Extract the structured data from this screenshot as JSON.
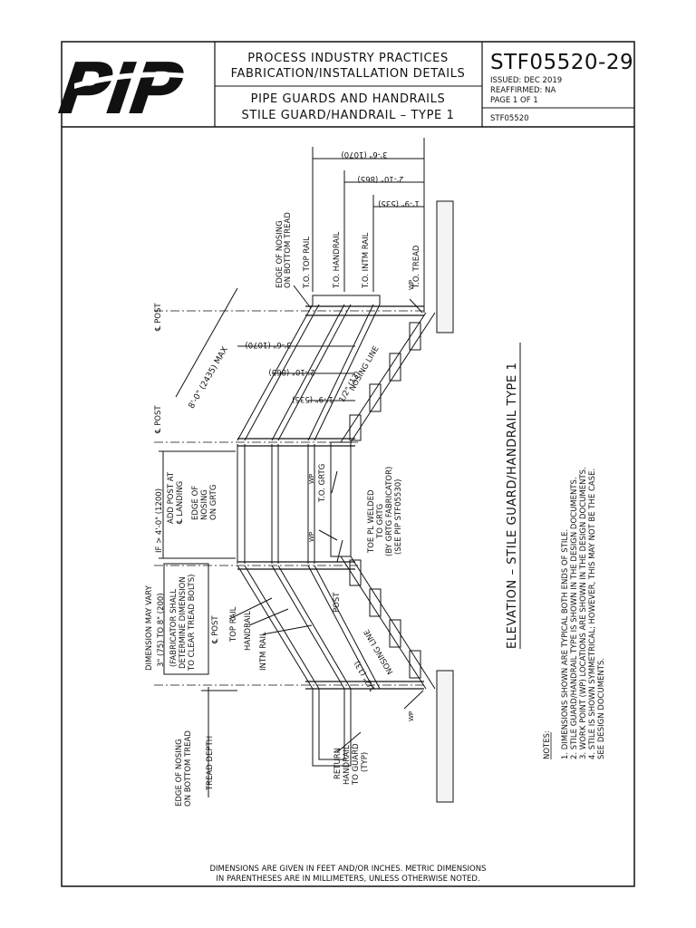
{
  "title_block": {
    "logo_text": "PIP",
    "org_line1": "PROCESS INDUSTRY PRACTICES",
    "org_line2": "FABRICATION/INSTALLATION DETAILS",
    "title_line1": "PIPE GUARDS AND HANDRAILS",
    "title_line2": "STILE GUARD/HANDRAIL – TYPE 1",
    "doc_number": "STF05520-29",
    "issued": "ISSUED: DEC 2019",
    "reaffirmed": "REAFFIRMED: NA",
    "page": "PAGE   1 OF 1",
    "file_ref": "STF05520"
  },
  "drawing": {
    "elevation_title": "ELEVATION – STILE GUARD/HANDRAIL TYPE 1",
    "upper_dims": [
      "3'-6\" (1070)",
      "2'-10\" (865)",
      "1'-9\" (535)"
    ],
    "upper_labels": [
      "EDGE OF NOSING",
      "ON BOTTOM TREAD",
      "T.O. TOP RAIL",
      "T.O. HANDRAIL",
      "T.O. INTM RAIL",
      "T.O. TREAD",
      "WP"
    ],
    "mid_dims": [
      "3'-6\" (1070)",
      "2'-10\" (865)",
      "1'-9\" (535)"
    ],
    "max_dim": "8'-0\" (2435) MAX",
    "nosing_top": "1/2\" (13)",
    "nosing_top_label": "NOSING LINE",
    "post_cl_1": "℄ POST",
    "post_cl_2": "℄ POST",
    "post_cl_3": "℄ POST",
    "landing_note": [
      "IF > 4'-0\" (1200)",
      "ADD POST AT",
      "℄ LANDING"
    ],
    "edge_nosing_grtg": [
      "EDGE OF",
      "NOSING",
      "ON GRTG"
    ],
    "to_grtg": "T.O. GRTG",
    "wp_1": "WP",
    "wp_2": "WP",
    "wp_3": "WP",
    "toe_pl": [
      "TOE PL WELDED",
      "TO GRTG",
      "(BY GRTG FABRICATOR)",
      "(SEE PIP STF05530)"
    ],
    "dim_vary": [
      "DIMENSION MAY VARY",
      "3\" (75) TO 8\" (200)",
      "(FABRICATOR SHALL",
      "DETERMINE DIMENSION",
      "TO CLEAR TREAD BOLTS)"
    ],
    "rail_labels": [
      "TOP RAIL",
      "HANDRAIL",
      "INTM RAIL"
    ],
    "post_label": "POST",
    "nosing_bottom": "1/2\" (13)",
    "nosing_bottom_label": "NOSING LINE",
    "edge_bottom": [
      "EDGE OF NOSING",
      "ON BOTTOM TREAD"
    ],
    "tread_depth": "TREAD DEPTH",
    "return_note": [
      "RETURN",
      "HANDRAIL",
      "TO GUARD",
      "(TYP)"
    ],
    "wp_bottom": "WP"
  },
  "notes": {
    "heading": "NOTES:",
    "items": [
      "1.  DIMENSIONS SHOWN ARE TYPICAL BOTH ENDS OF STILE.",
      "2.  STILE GUARD/HANDRAIL TYPE IS SHOWN IN THE DESIGN DOCUMENTS.",
      "3.  WORK POINT (WP) LOCATIONS ARE SHOWN IN THE DESIGN DOCUMENTS.",
      "4.  STILE IS SHOWN SYMMETRICAL; HOWEVER, THIS MAY NOT BE THE CASE.",
      "     SEE DESIGN DOCUMENTS."
    ]
  },
  "footer": {
    "line1": "DIMENSIONS ARE GIVEN IN FEET AND/OR INCHES. METRIC DIMENSIONS",
    "line2": "IN PARENTHESES ARE IN MILLIMETERS, UNLESS OTHERWISE NOTED."
  },
  "colors": {
    "ink": "#111111",
    "paper": "#ffffff",
    "concrete": "#f4f4f4"
  }
}
